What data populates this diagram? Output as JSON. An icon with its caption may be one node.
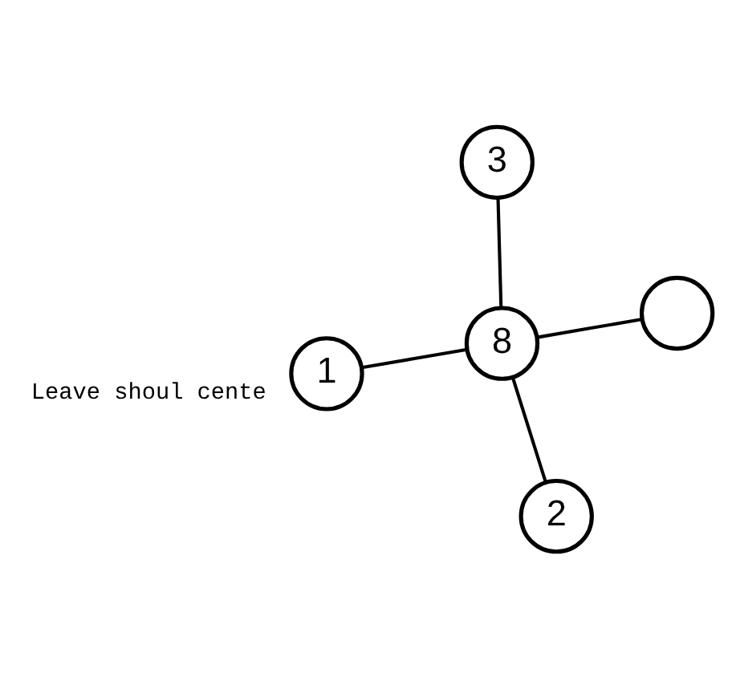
{
  "diagram": {
    "nodes": [
      {
        "text": [
          "1"
        ]
      },
      {
        "text": [
          "2"
        ]
      },
      {
        "text": [
          "8"
        ]
      },
      {
        "text": [
          "3"
        ]
      },
      {
        "text": [],
        "shape": "circle"
      }
    ],
    "edges": [
      {
        "from": 2,
        "to": 0,
        "arrow": "none"
      },
      {
        "from": 2,
        "to": 1,
        "arrow": "none"
      },
      {
        "from": 2,
        "to": 3,
        "arrow": "none"
      },
      {
        "from": 2,
        "to": 4,
        "arrow": "none"
      }
    ],
    "labels": [
      "Leave shoul cente"
    ]
  }
}
